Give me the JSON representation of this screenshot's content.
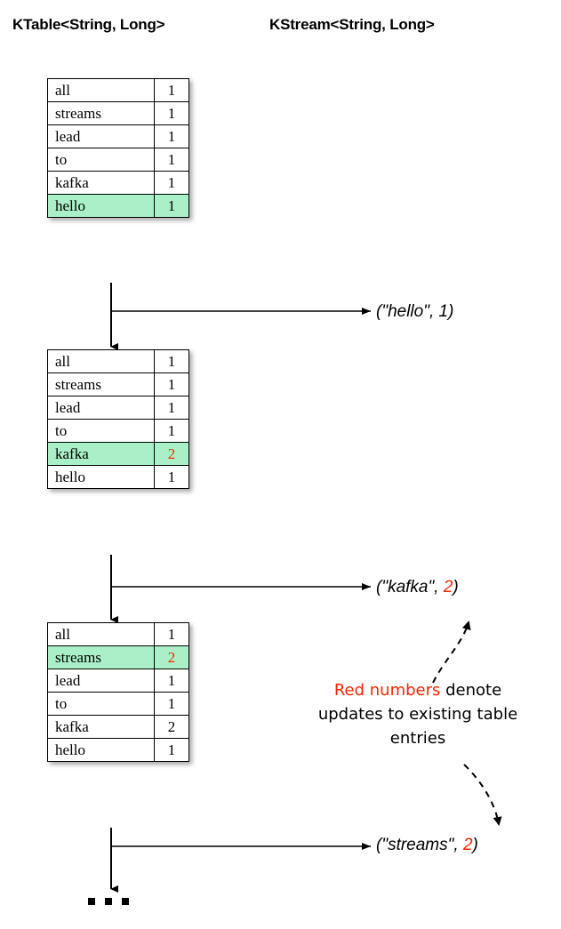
{
  "headers": {
    "ktable": "KTable<String, Long>",
    "kstream": "KStream<String, Long>"
  },
  "colors": {
    "highlight_green": "#a9f0c8",
    "update_red": "#fa2600",
    "line_black": "#000000",
    "background": "#ffffff"
  },
  "tables": [
    {
      "id": "table-1",
      "rows": [
        {
          "key": "all",
          "value": "1",
          "highlighted": false,
          "value_red": false
        },
        {
          "key": "streams",
          "value": "1",
          "highlighted": false,
          "value_red": false
        },
        {
          "key": "lead",
          "value": "1",
          "highlighted": false,
          "value_red": false
        },
        {
          "key": "to",
          "value": "1",
          "highlighted": false,
          "value_red": false
        },
        {
          "key": "kafka",
          "value": "1",
          "highlighted": false,
          "value_red": false
        },
        {
          "key": "hello",
          "value": "1",
          "highlighted": true,
          "value_red": false
        }
      ]
    },
    {
      "id": "table-2",
      "rows": [
        {
          "key": "all",
          "value": "1",
          "highlighted": false,
          "value_red": false
        },
        {
          "key": "streams",
          "value": "1",
          "highlighted": false,
          "value_red": false
        },
        {
          "key": "lead",
          "value": "1",
          "highlighted": false,
          "value_red": false
        },
        {
          "key": "to",
          "value": "1",
          "highlighted": false,
          "value_red": false
        },
        {
          "key": "kafka",
          "value": "2",
          "highlighted": true,
          "value_red": true
        },
        {
          "key": "hello",
          "value": "1",
          "highlighted": false,
          "value_red": false
        }
      ]
    },
    {
      "id": "table-3",
      "rows": [
        {
          "key": "all",
          "value": "1",
          "highlighted": false,
          "value_red": false
        },
        {
          "key": "streams",
          "value": "2",
          "highlighted": true,
          "value_red": true
        },
        {
          "key": "lead",
          "value": "1",
          "highlighted": false,
          "value_red": false
        },
        {
          "key": "to",
          "value": "1",
          "highlighted": false,
          "value_red": false
        },
        {
          "key": "kafka",
          "value": "2",
          "highlighted": false,
          "value_red": false
        },
        {
          "key": "hello",
          "value": "1",
          "highlighted": false,
          "value_red": false
        }
      ]
    }
  ],
  "stream_records": [
    {
      "id": "rec-1",
      "prefix": "(\"hello\", ",
      "number": "1",
      "suffix": ")",
      "number_red": false
    },
    {
      "id": "rec-2",
      "prefix": "(\"kafka\", ",
      "number": "2",
      "suffix": ")",
      "number_red": true
    },
    {
      "id": "rec-3",
      "prefix": "(\"streams\", ",
      "number": "2",
      "suffix": ")",
      "number_red": true
    }
  ],
  "annotation": {
    "red_phrase": "Red numbers",
    "rest_text": " denote updates to existing table entries"
  },
  "ellipsis": {
    "dot_count": 3
  }
}
